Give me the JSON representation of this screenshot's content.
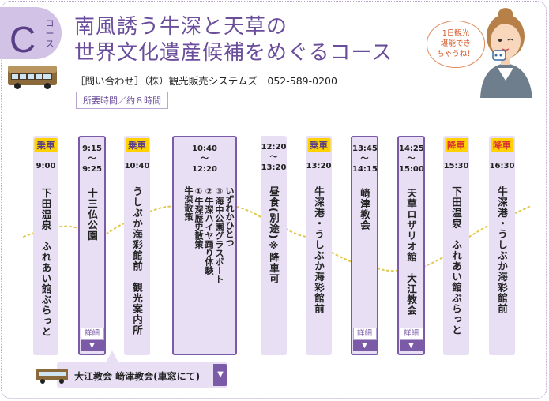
{
  "header": {
    "badge_letter": "C",
    "badge_label": "コース",
    "title_line1": "南風誘う牛深と天草の",
    "title_line2": "世界文化遺産候補をめぐるコース",
    "contact": "［問い合わせ］（株）観光販売システムズ　052-589-0200",
    "duration": "所要時間／約８時間",
    "speech": [
      "1日観光",
      "堪能でき",
      "ちゃうね！"
    ]
  },
  "stops": [
    {
      "tag": "乗車",
      "tag_type": "board",
      "time": "9:00",
      "name": "下田温泉　ふれあい館ぶらっと",
      "detail": false
    },
    {
      "tag": "",
      "time": "9:15\n～\n9:25",
      "name": "十三仏公園",
      "detail": true
    },
    {
      "tag": "乗車",
      "tag_type": "board",
      "time": "10:40",
      "name": "うしぶか海彩館前　観光案内所",
      "detail": false
    },
    {
      "tag": "",
      "time": "10:40\n～\n12:20",
      "name_lines": [
        "いずれかひとつ",
        "③海中公園グラスボート",
        "②牛深ハイヤ踊り体験",
        "①牛深歴史散策",
        "牛深散策"
      ],
      "detail": false,
      "outlined": true
    },
    {
      "tag": "",
      "time": "12:20\n～\n13:20",
      "name": "昼食(別途)※降車可",
      "detail": false
    },
    {
      "tag": "乗車",
      "tag_type": "board",
      "time": "13:20",
      "name": "牛深港・うしぶか海彩館前",
      "detail": false
    },
    {
      "tag": "",
      "time": "13:45\n～\n14:15",
      "name": "﨑津教会",
      "detail": true,
      "outlined": true
    },
    {
      "tag": "",
      "time": "14:25\n～\n15:00",
      "name": "天草ロザリオ館　大江教会",
      "detail": true,
      "outlined": true
    },
    {
      "tag": "降車",
      "tag_type": "alight",
      "time": "15:30",
      "name": "下田温泉　ふれあい館ぶらっと",
      "detail": false
    },
    {
      "tag": "降車",
      "tag_type": "alight",
      "time": "16:30",
      "name": "牛深港・うしぶか海彩館前",
      "detail": false
    }
  ],
  "detail_label": "詳細",
  "detail_arrow": "▼",
  "bottom": {
    "text": "大江教会 﨑津教会(車窓にて)",
    "arrow": "▼"
  },
  "colors": {
    "accent": "#7b5aa8",
    "column_bg": "#e8dff4",
    "tag_yellow": "#ffd200",
    "title": "#6a4d9b"
  }
}
